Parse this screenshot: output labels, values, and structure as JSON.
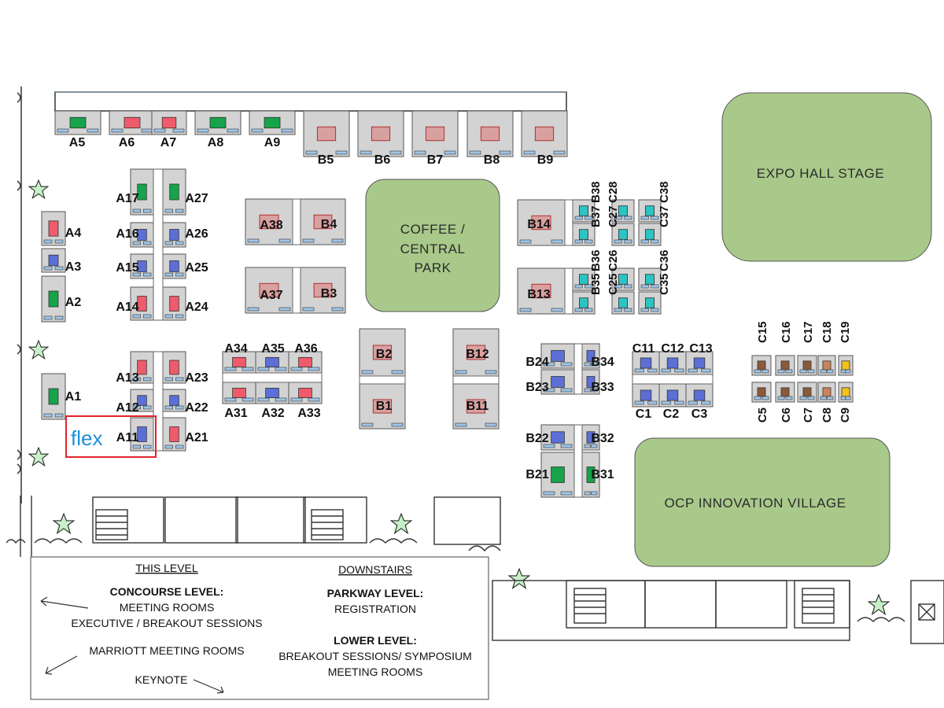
{
  "zones": {
    "expo_stage": "EXPO HALL STAGE",
    "coffee_line1": "COFFEE /",
    "coffee_line2": "CENTRAL",
    "coffee_line3": "PARK",
    "innovation_village": "OCP INNOVATION VILLAGE"
  },
  "sponsor_logo": "flex",
  "colors": {
    "booth_gray": "#d3d3d3",
    "zone_green": "#a9c98a",
    "highlight_red": "#e0242a",
    "logo_blue": "#1d8fd8",
    "star_fill": "#c8f0c8",
    "green": "#16a34a",
    "red": "#ef5b6b",
    "blue": "#5b6fd6",
    "teal": "#2bc4c4",
    "brown": "#8a5a3b",
    "tan": "#c8845a",
    "yellow": "#f2c21b"
  },
  "booths": {
    "A5": "A5",
    "A6": "A6",
    "A7": "A7",
    "A8": "A8",
    "A9": "A9",
    "B5": "B5",
    "B6": "B6",
    "B7": "B7",
    "B8": "B8",
    "B9": "B9",
    "A17": "A17",
    "A27": "A27",
    "A16": "A16",
    "A26": "A26",
    "A15": "A15",
    "A25": "A25",
    "A14": "A14",
    "A24": "A24",
    "A13": "A13",
    "A23": "A23",
    "A12": "A12",
    "A22": "A22",
    "A11": "A11",
    "A21": "A21",
    "A4": "A4",
    "A3": "A3",
    "A2": "A2",
    "A1": "A1",
    "A38": "A38",
    "B4": "B4",
    "A37": "A37",
    "B3": "B3",
    "A34": "A34",
    "A35": "A35",
    "A36": "A36",
    "A31": "A31",
    "A32": "A32",
    "A33": "A33",
    "B2": "B2",
    "B1": "B1",
    "B12": "B12",
    "B11": "B11",
    "B14": "B14",
    "B13": "B13",
    "B38": "B38",
    "B37": "B37",
    "B36": "B36",
    "B35": "B35",
    "C28": "C28",
    "C27": "C27",
    "C26": "C26",
    "C25": "C25",
    "C38": "C38",
    "C37": "C37",
    "C36": "C36",
    "C35": "C35",
    "B24": "B24",
    "B34": "B34",
    "B23": "B23",
    "B33": "B33",
    "B22": "B22",
    "B32": "B32",
    "B21": "B21",
    "B31": "B31",
    "C11": "C11",
    "C12": "C12",
    "C13": "C13",
    "C1": "C1",
    "C2": "C2",
    "C3": "C3",
    "C15": "C15",
    "C16": "C16",
    "C17": "C17",
    "C18": "C18",
    "C19": "C19",
    "C5": "C5",
    "C6": "C6",
    "C7": "C7",
    "C8": "C8",
    "C9": "C9"
  },
  "legend": {
    "this_level": "THIS LEVEL",
    "downstairs": "DOWNSTAIRS",
    "concourse": "CONCOURSE LEVEL:",
    "meeting_rooms": "MEETING ROOMS",
    "exec_sessions": "EXECUTIVE / BREAKOUT SESSIONS",
    "marriott": "MARRIOTT MEETING ROOMS",
    "keynote": "KEYNOTE",
    "parkway": "PARKWAY LEVEL:",
    "registration": "REGISTRATION",
    "lower": "LOWER LEVEL:",
    "breakout_symposium": "BREAKOUT SESSIONS/ SYMPOSIUM",
    "meeting_rooms_2": "MEETING ROOMS"
  }
}
